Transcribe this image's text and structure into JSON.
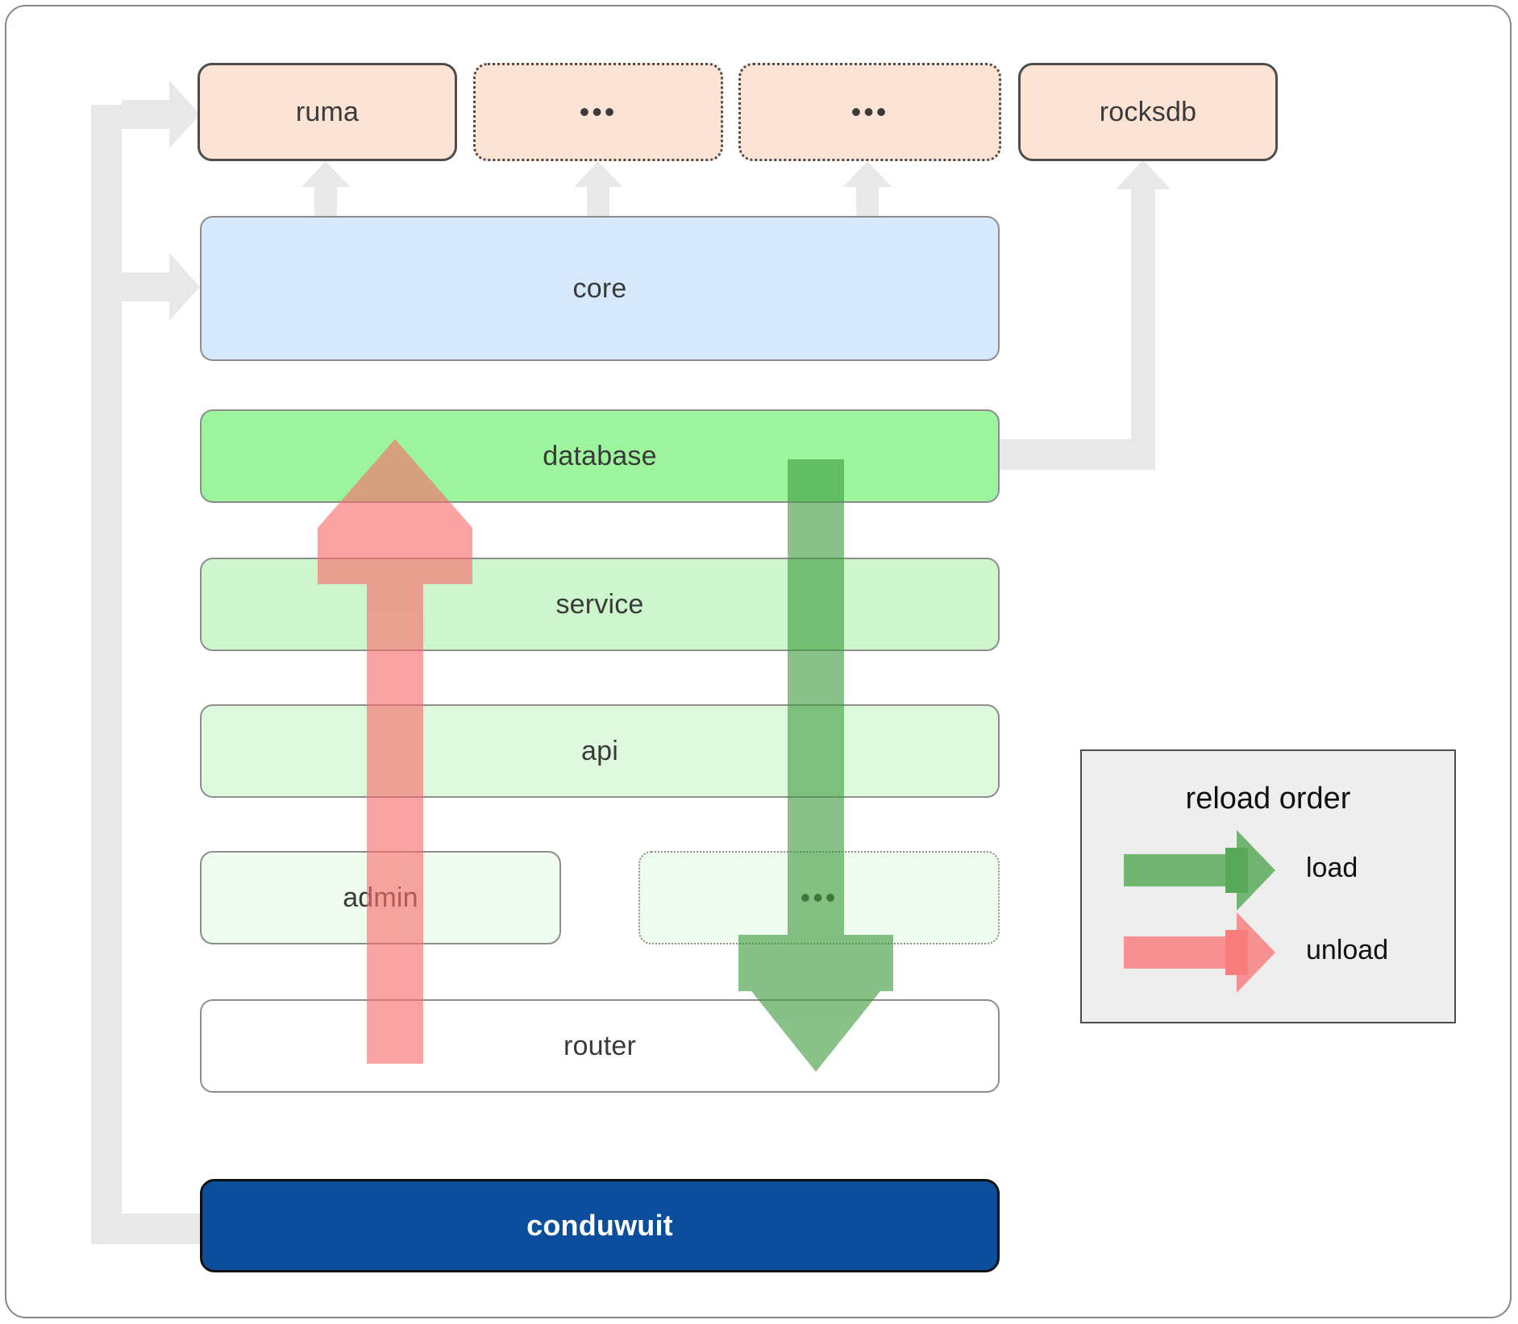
{
  "diagram": {
    "title": "conduwuit crate architecture / reload order",
    "dependencies": [
      {
        "label": "ruma",
        "style": "solid"
      },
      {
        "label": "•••",
        "style": "dotted"
      },
      {
        "label": "•••",
        "style": "dotted"
      },
      {
        "label": "rocksdb",
        "style": "solid"
      }
    ],
    "core": {
      "label": "core"
    },
    "layers": [
      {
        "label": "database",
        "style": "solid"
      },
      {
        "label": "service",
        "style": "solid"
      },
      {
        "label": "api",
        "style": "solid"
      }
    ],
    "admin_row": [
      {
        "label": "admin",
        "style": "solid"
      },
      {
        "label": "•••",
        "style": "dotted"
      }
    ],
    "router": {
      "label": "router"
    },
    "app": {
      "label": "conduwuit"
    },
    "legend": {
      "title": "reload order",
      "entries": [
        {
          "label": "load",
          "color": "#5aaa5a"
        },
        {
          "label": "unload",
          "color": "#f98080"
        }
      ]
    },
    "colors": {
      "dependency_fill": "#fde3d3",
      "core_fill": "#d6e8fb",
      "database_fill": "#9cf49c",
      "service_fill": "#cdf6cd",
      "api_fill": "#ddfadd",
      "admin_fill": "#eefbee",
      "router_fill": "#ffffff",
      "app_fill": "#0b4f9c",
      "load_arrow": "#5aaa5a",
      "unload_arrow": "#f98080",
      "connector": "#e8e8e8",
      "border": "#8d8d8d",
      "legend_bg": "#eeeeee"
    }
  }
}
